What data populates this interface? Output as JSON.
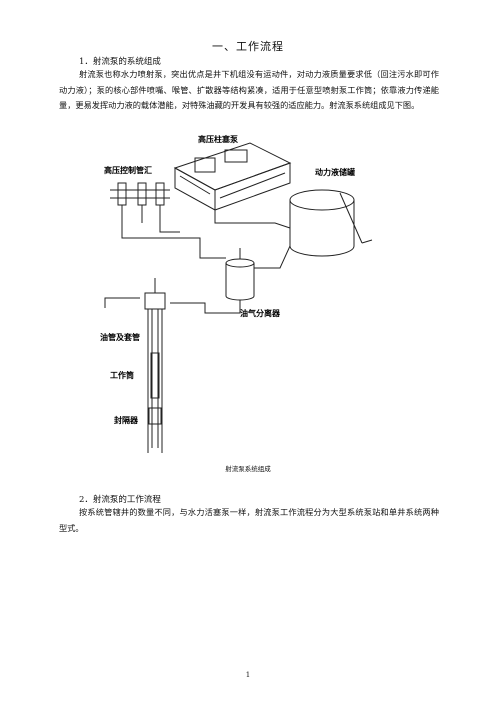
{
  "document": {
    "title": "一、工作流程",
    "section1": {
      "heading": "1．射流泵的系统组成",
      "paragraph": "射流泵也称水力喷射泵，突出优点是井下机组没有运动件，对动力液质量要求低（回注污水即可作动力液）；泵的核心部件喷嘴、喉管、扩散器等结构紧凑，适用于任意型喷射泵工作筒；依靠液力传递能量，更易发挥动力液的载体潜能，对特殊油藏的开发具有较强的适应能力。射流泵系统组成见下图。"
    },
    "figure": {
      "caption": "射流泵系统组成",
      "labels": {
        "high_pressure_pump": "高压柱塞泵",
        "control_manifold": "高压控制管汇",
        "storage_tank": "动力液储罐",
        "separator": "油气分离器",
        "wellhead": "油管及套管",
        "working_barrel": "工作筒",
        "packer": "封隔器"
      }
    },
    "section2": {
      "heading": "2．射流泵的工作流程",
      "paragraph": "按系统管辖井的数量不同，与水力活塞泵一样，射流泵工作流程分为大型系统泵站和单井系统两种型式。"
    },
    "page_number": "1"
  }
}
